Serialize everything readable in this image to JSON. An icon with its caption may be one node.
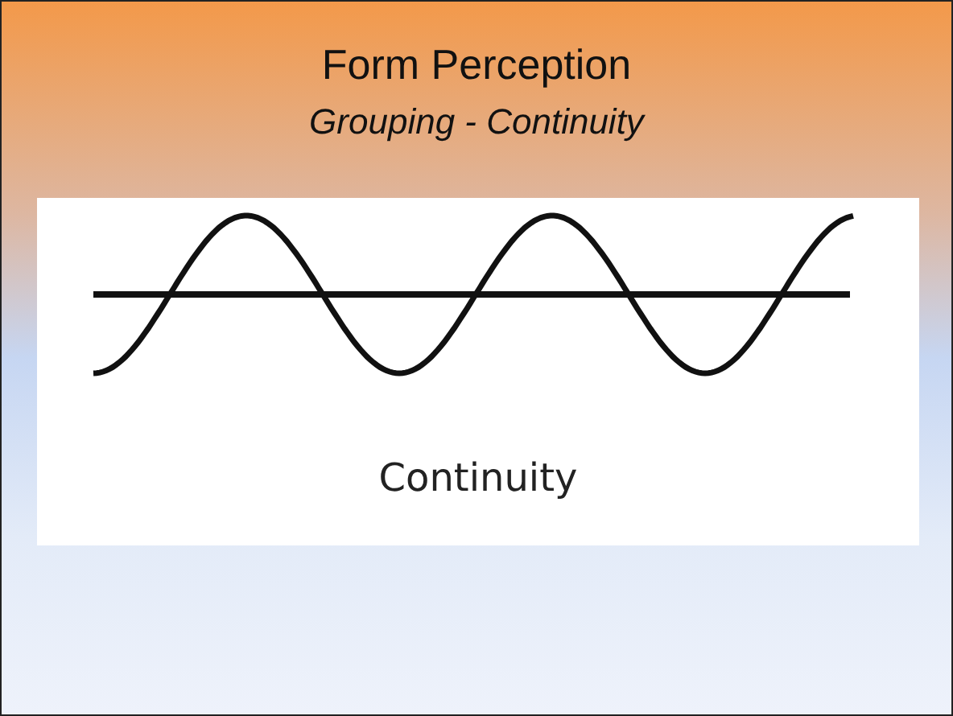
{
  "diagram": {
    "title": "Form Perception",
    "labels": [
      "Grouping - Continuity",
      "Continuity"
    ]
  }
}
